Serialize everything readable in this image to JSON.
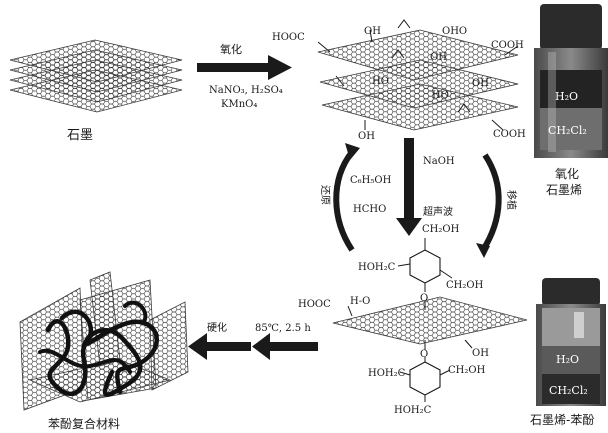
{
  "labels": {
    "graphite": "石墨",
    "go_caption_1": "氧化",
    "go_caption_2": "石墨烯",
    "composite": "苯酚复合材料",
    "gp_caption": "石墨烯-苯酚"
  },
  "steps": {
    "oxidation": "氧化",
    "oxidation_reagents_1": "NaNO₃, H₂SO₄",
    "oxidation_reagents_2": "KMnO₄",
    "reduction": "还原",
    "reduction_r1": "C₆H₅OH",
    "reduction_r2": "HCHO",
    "naoh": "NaOH",
    "ultrasound": "超声波",
    "transfer": "移植",
    "curing": "硬化",
    "curing_conditions": "85℃, 2.5 h"
  },
  "go_groups": {
    "cooh_tl": "HOOC",
    "cooh_tr": "COOH",
    "cooh_br": "COOH",
    "oh1": "OH",
    "oh2": "OH",
    "oh3": "HO",
    "oh4": "OH",
    "oh5": "OH",
    "oh6": "HO",
    "ohox": "OHO"
  },
  "gp_groups": {
    "ch2oh_top": "CH₂OH",
    "hoh2c_left": "HOH₂C",
    "ch2oh_right": "CH₂OH",
    "cooh": "HOOC",
    "ho": "H-O",
    "oh": "OH",
    "hoh2c_b1": "HOH₂C",
    "ch2oh_b": "CH₂OH",
    "hoh2c_b2": "HOH₂C",
    "o1": "O",
    "o2": "O"
  },
  "vials": {
    "top_upper": "H₂O",
    "top_lower": "CH₂Cl₂",
    "bottom_upper": "H₂O",
    "bottom_lower": "CH₂Cl₂"
  },
  "colors": {
    "ink": "#1a1a1a",
    "sheet": "#3a3a3a",
    "vial_dark": "#2b2b2b",
    "vial_mid": "#6e6e6e",
    "vial_light": "#c9c9c9"
  }
}
